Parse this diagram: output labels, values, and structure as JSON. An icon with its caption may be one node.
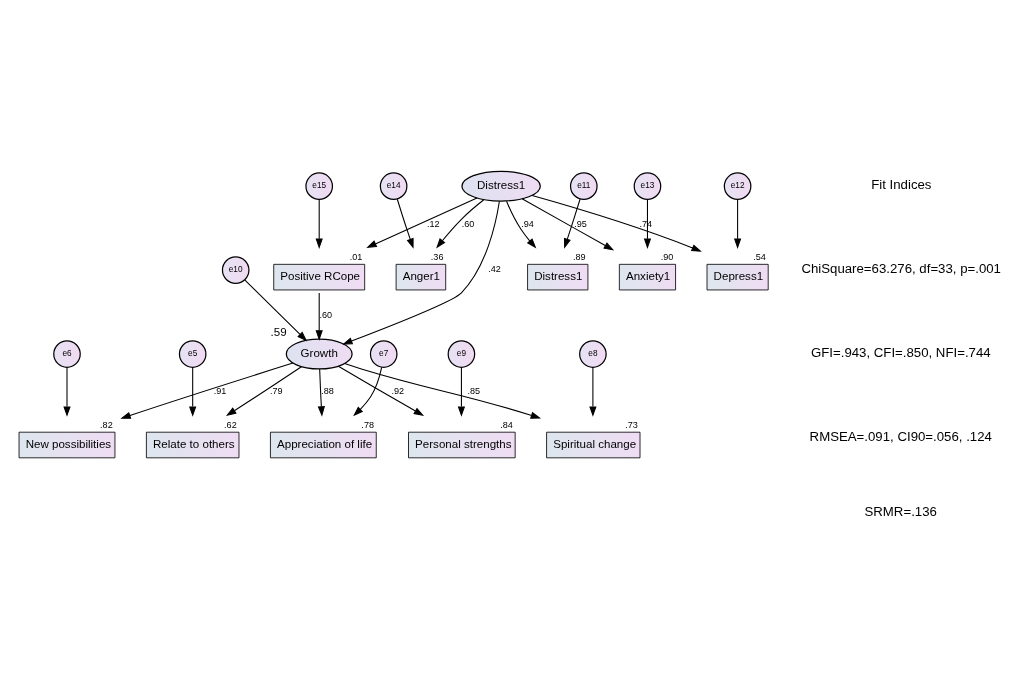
{
  "diagram": {
    "nodes": [
      {
        "text": [
          "Growth"
        ],
        "beside": [
          ".59"
        ]
      },
      {
        "text": [
          "e10"
        ]
      },
      {
        "text": [
          "Relate to others"
        ],
        "beside": [
          ".62"
        ]
      },
      {
        "text": [
          "New possibilities"
        ],
        "beside": [
          ".82"
        ]
      },
      {
        "text": [
          "Appreciation of life"
        ],
        "beside": [
          ".78"
        ]
      },
      {
        "text": [
          "Spiritual change"
        ],
        "beside": [
          ".73"
        ]
      },
      {
        "text": [
          "Personal strengths"
        ],
        "beside": [
          ".84"
        ]
      },
      {
        "text": [
          "e5"
        ]
      },
      {
        "text": [
          "e6"
        ]
      },
      {
        "text": [
          "e7"
        ]
      },
      {
        "text": [
          "e8"
        ]
      },
      {
        "text": [
          "e9"
        ]
      },
      {
        "text": [
          "Distress1"
        ]
      },
      {
        "text": [
          "Positive RCope"
        ],
        "beside": [
          ".01"
        ]
      },
      {
        "text": [
          "e15"
        ]
      },
      {
        "text": [
          "Anger1"
        ],
        "beside": [
          ".36"
        ]
      },
      {
        "text": [
          "Anxiety1"
        ],
        "beside": [
          ".90"
        ]
      },
      {
        "text": [
          "Depress1"
        ],
        "beside": [
          ".54"
        ]
      },
      {
        "text": [
          "Distress1"
        ],
        "beside": [
          ".89"
        ]
      },
      {
        "text": [
          "e14"
        ]
      },
      {
        "text": [
          "e13"
        ]
      },
      {
        "text": [
          "e12"
        ]
      },
      {
        "text": [
          "e11"
        ]
      }
    ],
    "edges": [
      {
        "from": 1,
        "to": 0,
        "arrow": "to"
      },
      {
        "from": 0,
        "to": 2,
        "label": ".79",
        "arrow": "to"
      },
      {
        "from": 0,
        "to": 3,
        "label": ".91",
        "arrow": "to"
      },
      {
        "from": 0,
        "to": 4,
        "label": ".88",
        "arrow": "to"
      },
      {
        "from": 0,
        "to": 5,
        "label": ".85",
        "arrow": "to"
      },
      {
        "from": 0,
        "to": 6,
        "label": ".92",
        "arrow": "to"
      },
      {
        "from": 7,
        "to": 2,
        "arrow": "to"
      },
      {
        "from": 8,
        "to": 3,
        "arrow": "to"
      },
      {
        "from": 9,
        "to": 4,
        "arrow": "to"
      },
      {
        "from": 10,
        "to": 5,
        "arrow": "to"
      },
      {
        "from": 11,
        "to": 6,
        "arrow": "to"
      },
      {
        "from": 12,
        "to": 0,
        "label": ".42",
        "arrow": "to"
      },
      {
        "from": 12,
        "to": 13,
        "label": ".12",
        "arrow": "to"
      },
      {
        "from": 13,
        "to": 0,
        "label": ".60",
        "arrow": "to"
      },
      {
        "from": 14,
        "to": 13,
        "arrow": "to"
      },
      {
        "from": 12,
        "to": 15,
        "label": ".60",
        "arrow": "to"
      },
      {
        "from": 12,
        "to": 16,
        "label": ".95",
        "arrow": "to"
      },
      {
        "from": 12,
        "to": 17,
        "label": ".74",
        "arrow": "to"
      },
      {
        "from": 12,
        "to": 18,
        "label": ".94",
        "arrow": "to"
      },
      {
        "from": 19,
        "to": 15,
        "arrow": "to"
      },
      {
        "from": 20,
        "to": 16,
        "arrow": "to"
      },
      {
        "from": 21,
        "to": 17,
        "arrow": "to"
      },
      {
        "from": 22,
        "to": 18,
        "arrow": "to"
      }
    ],
    "labels": [
      "Fit Indices",
      "ChiSquare=63.276, df=33, p=.001",
      "GFI=.943, CFI=.850, NFI=.744",
      "RMSEA=.091, CI90=.056, .124",
      "SRMR=.136"
    ]
  }
}
